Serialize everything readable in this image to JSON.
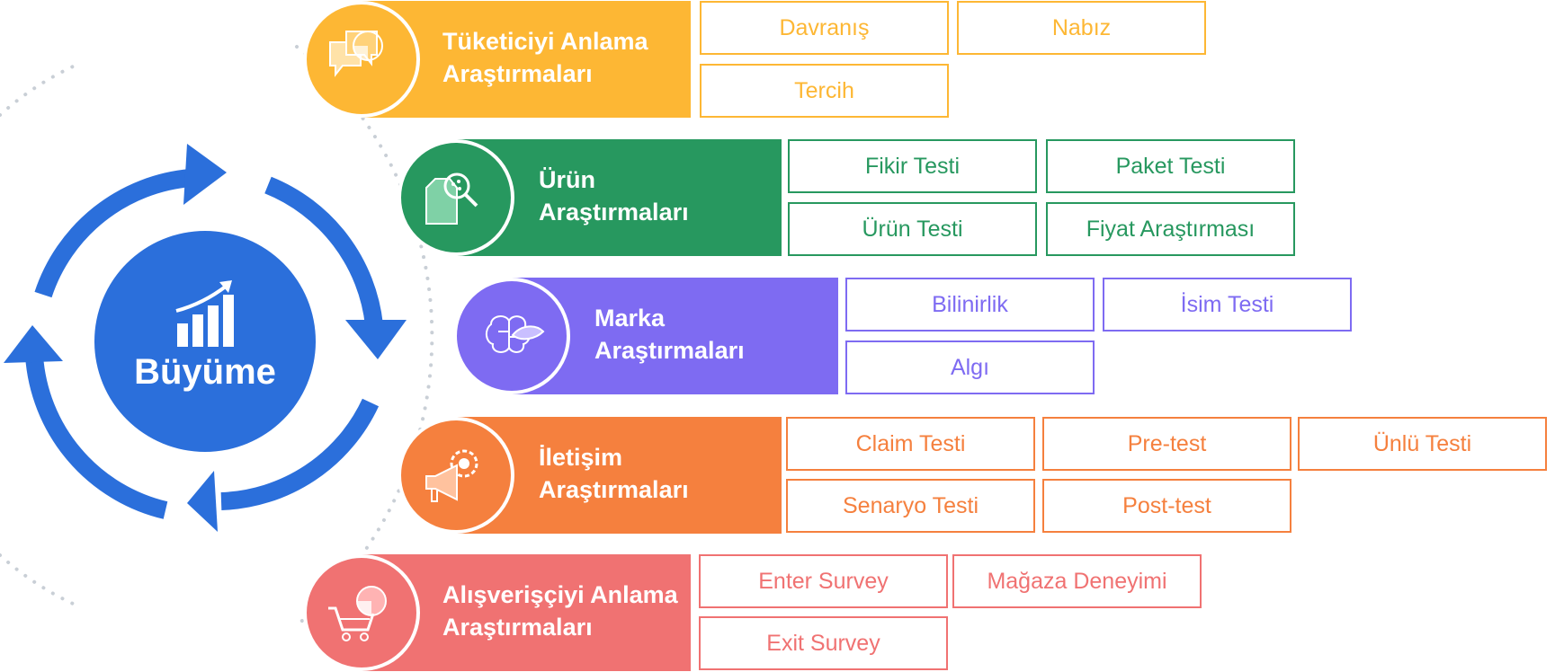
{
  "colors": {
    "hub": "#2B6FDB",
    "cycle": "#2B6FDB",
    "dots": "#C9CFD6",
    "consumer": "#FDB734",
    "product": "#27985F",
    "brand": "#7E6BF2",
    "communication": "#F5803E",
    "shopper": "#F07272"
  },
  "hub": {
    "label": "Büyüme",
    "icon": "growth-chart-icon"
  },
  "bands": {
    "consumer": {
      "title_line1": "Tüketiciyi Anlama",
      "title_line2": "Araştırmaları",
      "icon": "speech-bubbles-pie-icon",
      "tags": [
        "Davranış",
        "Nabız",
        "Tercih"
      ]
    },
    "product": {
      "title_line1": "Ürün",
      "title_line2": "Araştırmaları",
      "icon": "product-magnifier-icon",
      "tags": [
        "Fikir Testi",
        "Paket Testi",
        "Ürün Testi",
        "Fiyat Araştırması"
      ]
    },
    "brand": {
      "title_line1": "Marka",
      "title_line2": "Araştırmaları",
      "icon": "brain-leaf-icon",
      "tags": [
        "Bilinirlik",
        "İsim Testi",
        "Algı"
      ]
    },
    "communication": {
      "title_line1": "İletişim",
      "title_line2": "Araştırmaları",
      "icon": "megaphone-gear-icon",
      "tags": [
        "Claim Testi",
        "Pre-test",
        "Ünlü Testi",
        "Senaryo Testi",
        "Post-test"
      ]
    },
    "shopper": {
      "title_line1": "Alışverişçiyi Anlama",
      "title_line2": "Araştırmaları",
      "icon": "shopping-cart-pie-icon",
      "tags": [
        "Enter Survey",
        "Mağaza Deneyimi",
        "Exit Survey"
      ]
    }
  }
}
